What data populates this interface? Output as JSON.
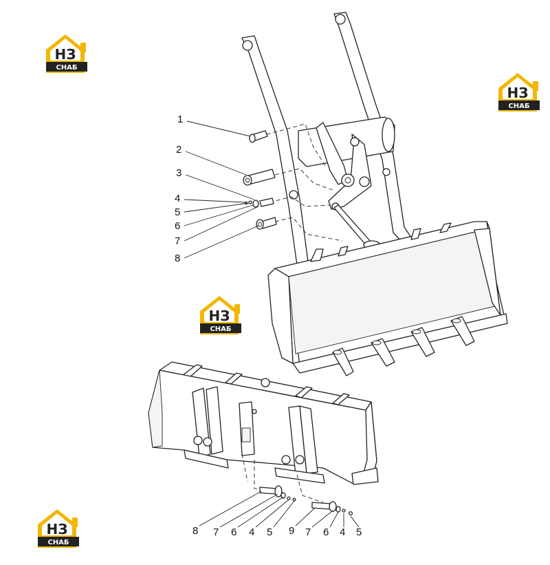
{
  "logo": {
    "main": "НЗ",
    "sub": "СНАБ",
    "color_yellow": "#f2b705",
    "color_dark": "#222222"
  },
  "callouts_upper": [
    "1",
    "2",
    "3",
    "4",
    "5",
    "6",
    "7",
    "8"
  ],
  "callouts_lower": [
    "8",
    "7",
    "6",
    "4",
    "5",
    "9",
    "7",
    "6",
    "4",
    "5"
  ]
}
